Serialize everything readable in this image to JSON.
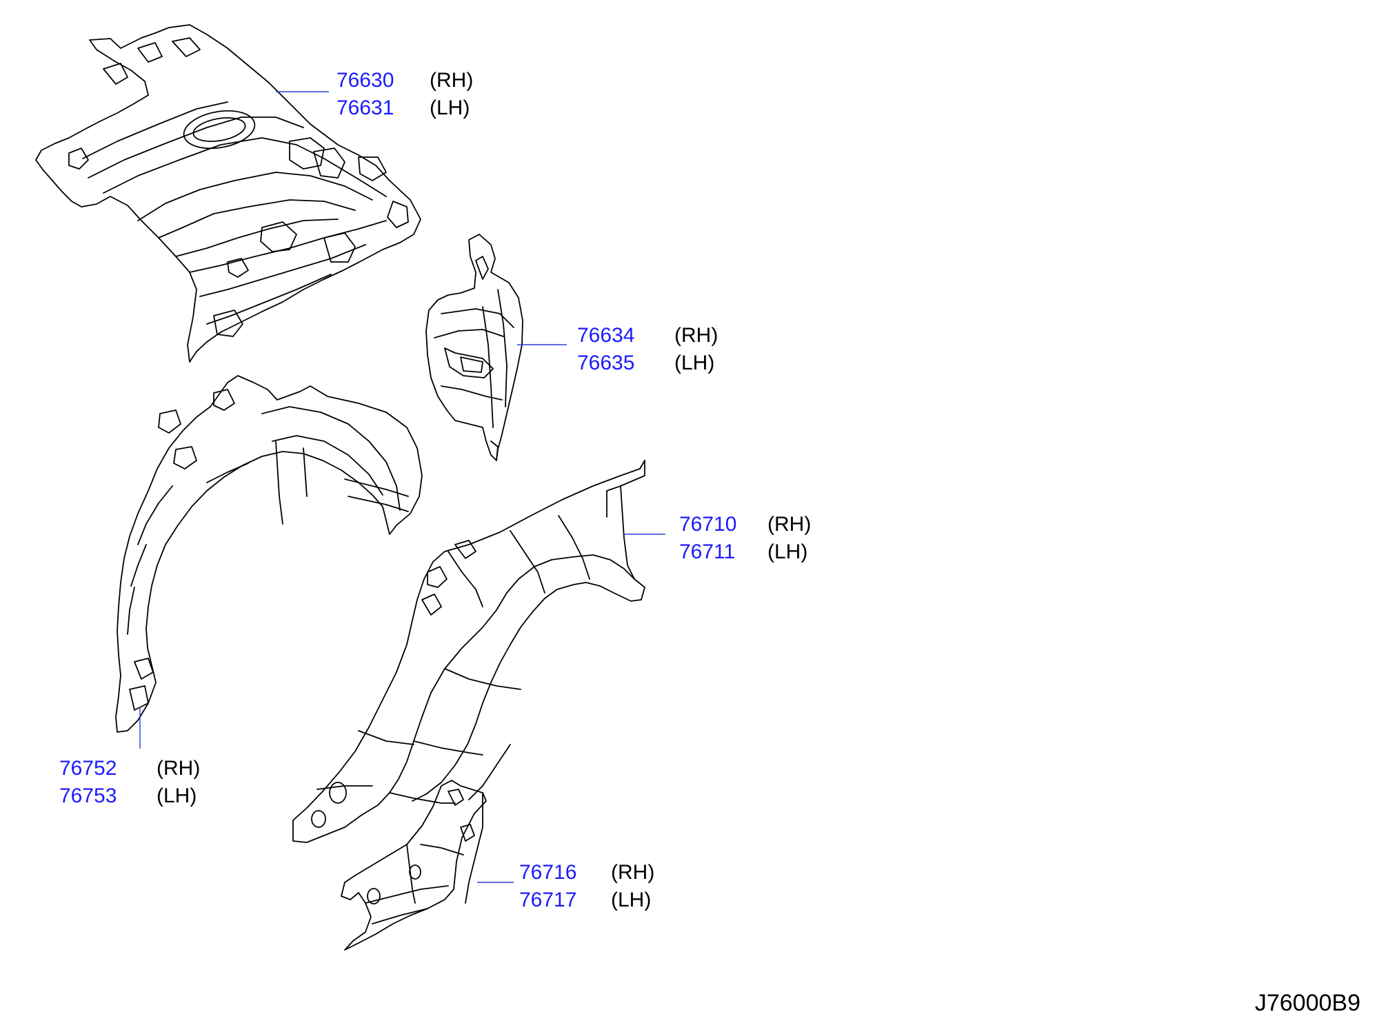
{
  "callouts": [
    {
      "rh": "76630",
      "lh": "76631",
      "rh_side": "(RH)",
      "lh_side": "(LH)"
    },
    {
      "rh": "76634",
      "lh": "76635",
      "rh_side": "(RH)",
      "lh_side": "(LH)"
    },
    {
      "rh": "76710",
      "lh": "76711",
      "rh_side": "(RH)",
      "lh_side": "(LH)"
    },
    {
      "rh": "76752",
      "lh": "76753",
      "rh_side": "(RH)",
      "lh_side": "(LH)"
    },
    {
      "rh": "76716",
      "lh": "76717",
      "rh_side": "(RH)",
      "lh_side": "(LH)"
    }
  ],
  "diagram_code": "J76000B9",
  "colors": {
    "part_number": "#1a1aff",
    "leader": "#2a3fd6",
    "linework": "#000000"
  }
}
